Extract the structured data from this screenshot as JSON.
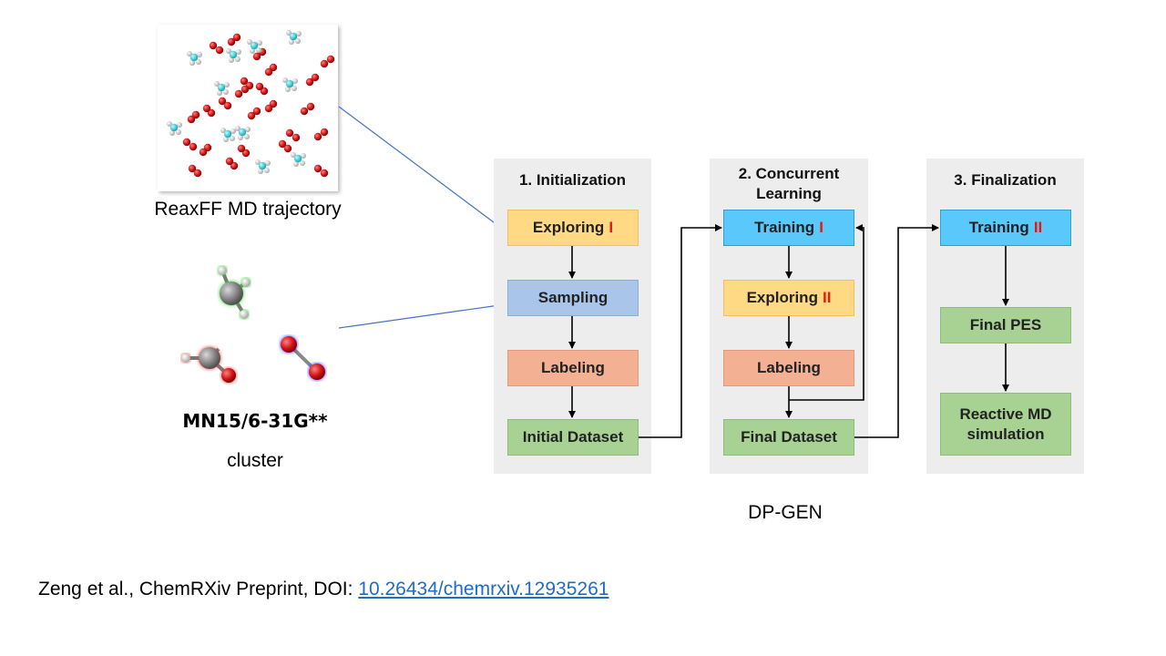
{
  "left": {
    "reaxff_caption": "ReaxFF MD trajectory",
    "method_label": "MN15/6-31G**",
    "cluster_label": "cluster"
  },
  "panels": [
    {
      "title": "1. Initialization",
      "steps": [
        {
          "label": "Exploring",
          "roman": "I",
          "color": "#ffd983"
        },
        {
          "label": "Sampling",
          "roman": "",
          "color": "#a9c6ea"
        },
        {
          "label": "Labeling",
          "roman": "",
          "color": "#f4b093"
        },
        {
          "label": "Initial Dataset",
          "roman": "",
          "color": "#a8d294"
        }
      ]
    },
    {
      "title": "2. Concurrent\nLearning",
      "steps": [
        {
          "label": "Training",
          "roman": "I",
          "color": "#5ac8fa"
        },
        {
          "label": "Exploring",
          "roman": "II",
          "color": "#ffd983"
        },
        {
          "label": "Labeling",
          "roman": "",
          "color": "#f4b093"
        },
        {
          "label": "Final Dataset",
          "roman": "",
          "color": "#a8d294"
        }
      ]
    },
    {
      "title": "3. Finalization",
      "steps": [
        {
          "label": "Training",
          "roman": "II",
          "color": "#5ac8fa"
        },
        {
          "label": "Final PES",
          "roman": "",
          "color": "#a8d294"
        },
        {
          "label": "Reactive MD\nsimulation",
          "roman": "",
          "color": "#a8d294"
        }
      ]
    }
  ],
  "dpgen_label": "DP-GEN",
  "citation": {
    "text": "Zeng et al., ChemRXiv Preprint, DOI: ",
    "doi": "10.26434/chemrxiv.12935261"
  },
  "colors": {
    "roman_numeral": "#e8180c",
    "link": "#1f6bc5",
    "panel_bg": "#ededed",
    "input_arrow": "#4472c4"
  },
  "icons": [
    "molecule-trajectory-image",
    "ch3-radical-icon",
    "ch2o-molecule-icon",
    "o2-molecule-icon"
  ]
}
